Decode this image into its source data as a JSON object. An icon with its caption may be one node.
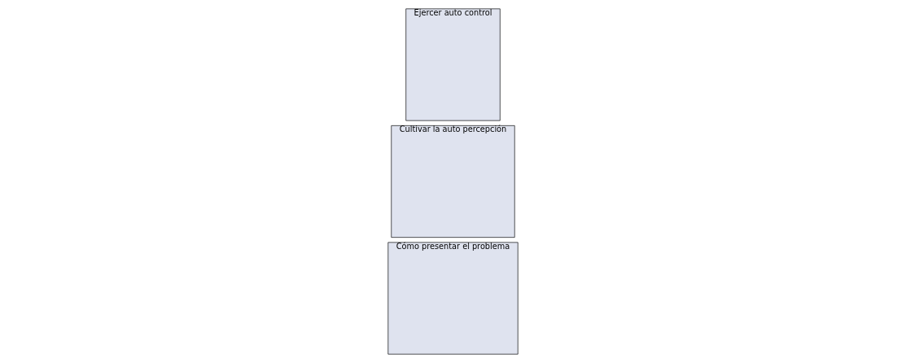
{
  "diagram": {
    "nodes": [
      {
        "text": [
          "Ejercer auto control"
        ]
      },
      {
        "text": [
          "Cultivar la auto percepción"
        ]
      },
      {
        "text": [
          "Cómo presentar el problema"
        ]
      }
    ]
  }
}
